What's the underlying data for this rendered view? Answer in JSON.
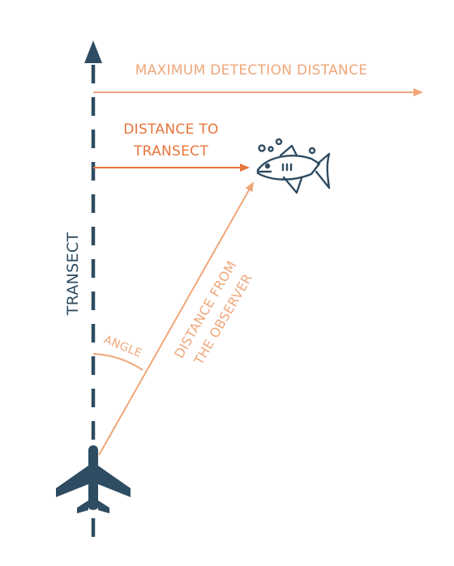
{
  "labels": {
    "transect": "TRANSECT",
    "max_detection": "MAXIMUM DETECTION DISTANCE",
    "distance_to_line1": "DISTANCE TO",
    "distance_to_line2": "TRANSECT",
    "angle": "ANGLE",
    "observer_line1": "DISTANCE FROM",
    "observer_line2": "THE OBSERVER"
  },
  "icons": {
    "fish": "shark-icon",
    "observer": "airplane-icon"
  },
  "colors": {
    "navy": "#2e4c62",
    "orange": "#e8743b",
    "light_orange": "#f0a679"
  }
}
